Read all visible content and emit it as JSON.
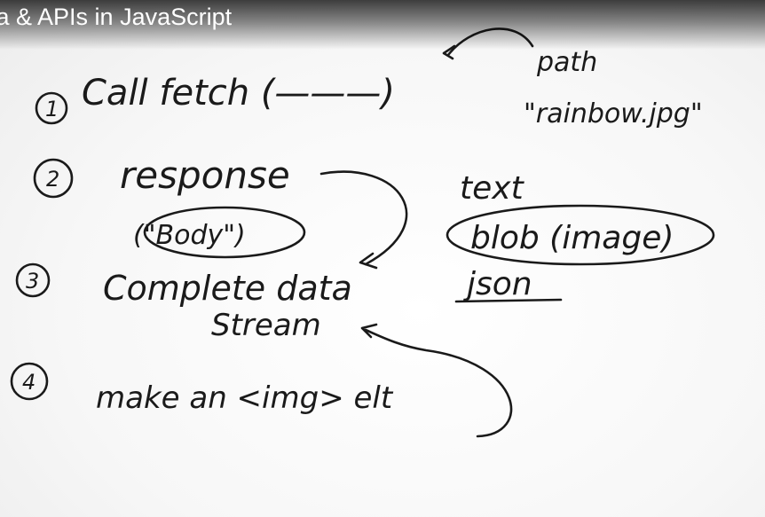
{
  "video": {
    "title": "ta & APIs in JavaScript"
  },
  "whiteboard": {
    "step1": {
      "number": "1",
      "text": "Call   fetch (———)"
    },
    "path_note": {
      "label": "path",
      "value": "\"rainbow.jpg\""
    },
    "step2": {
      "number": "2",
      "text": "response",
      "sub": "(\"Body\")"
    },
    "body_types": {
      "text": "text",
      "blob": "blob (image)",
      "json": "json"
    },
    "step3": {
      "number": "3",
      "line1": "Complete data",
      "line2": "Stream"
    },
    "step4": {
      "number": "4",
      "text": "make an <img> elt"
    }
  },
  "colors": {
    "ink": "#1a1a1a",
    "board": "#fdfdfd"
  }
}
